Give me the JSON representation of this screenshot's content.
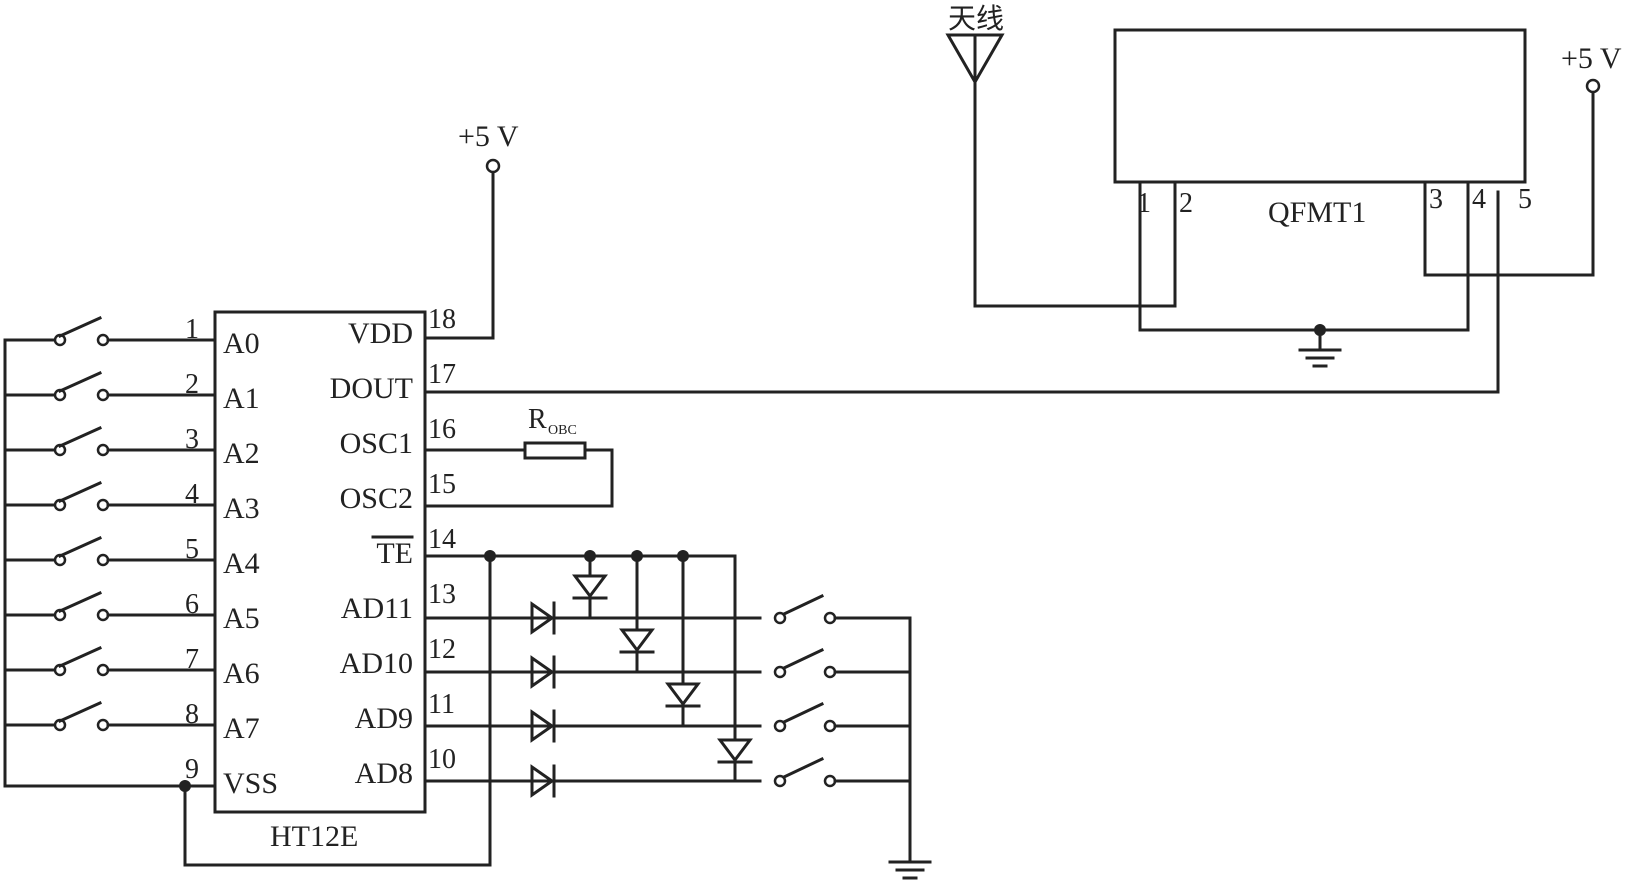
{
  "chip": {
    "name": "HT12E",
    "left_pins": [
      {
        "num": "1",
        "label": "A0"
      },
      {
        "num": "2",
        "label": "A1"
      },
      {
        "num": "3",
        "label": "A2"
      },
      {
        "num": "4",
        "label": "A3"
      },
      {
        "num": "5",
        "label": "A4"
      },
      {
        "num": "6",
        "label": "A5"
      },
      {
        "num": "7",
        "label": "A6"
      },
      {
        "num": "8",
        "label": "A7"
      },
      {
        "num": "9",
        "label": "VSS"
      }
    ],
    "right_pins": [
      {
        "num": "18",
        "label": "VDD"
      },
      {
        "num": "17",
        "label": "DOUT"
      },
      {
        "num": "16",
        "label": "OSC1"
      },
      {
        "num": "15",
        "label": "OSC2"
      },
      {
        "num": "14",
        "label": "TE"
      },
      {
        "num": "13",
        "label": "AD11"
      },
      {
        "num": "12",
        "label": "AD10"
      },
      {
        "num": "11",
        "label": "AD9"
      },
      {
        "num": "10",
        "label": "AD8"
      }
    ]
  },
  "module": {
    "name": "QFMT1",
    "pins": [
      "1",
      "2",
      "3",
      "4",
      "5"
    ]
  },
  "supply": {
    "chip_vdd": "+5 V",
    "module_vdd": "+5 V"
  },
  "antenna_label": "天线",
  "resistor": {
    "main": "R",
    "sub": "OBC"
  }
}
